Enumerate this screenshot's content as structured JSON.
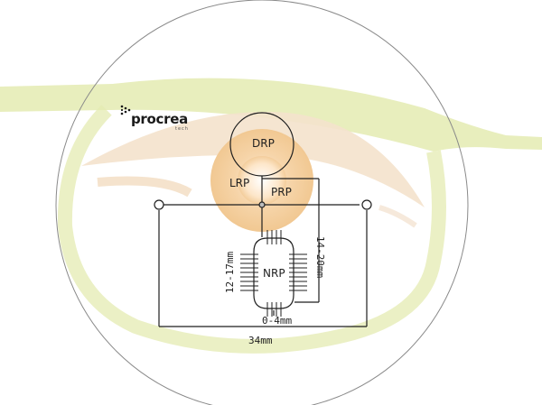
{
  "brand": {
    "name": "procrea",
    "sub": "tech"
  },
  "points": {
    "drp": "DRP",
    "lrp": "LRP",
    "prp": "PRP",
    "nrp": "NRP"
  },
  "measurements": {
    "vertical_height": "14-20mm",
    "near_width": "12-17mm",
    "inset": "0-4mm",
    "total_width": "34mm"
  },
  "colors": {
    "frame": "#e4ebb2",
    "iris": "#f6d6ad",
    "lines": "#1f1f1f",
    "lens": "#7f7f7f"
  }
}
